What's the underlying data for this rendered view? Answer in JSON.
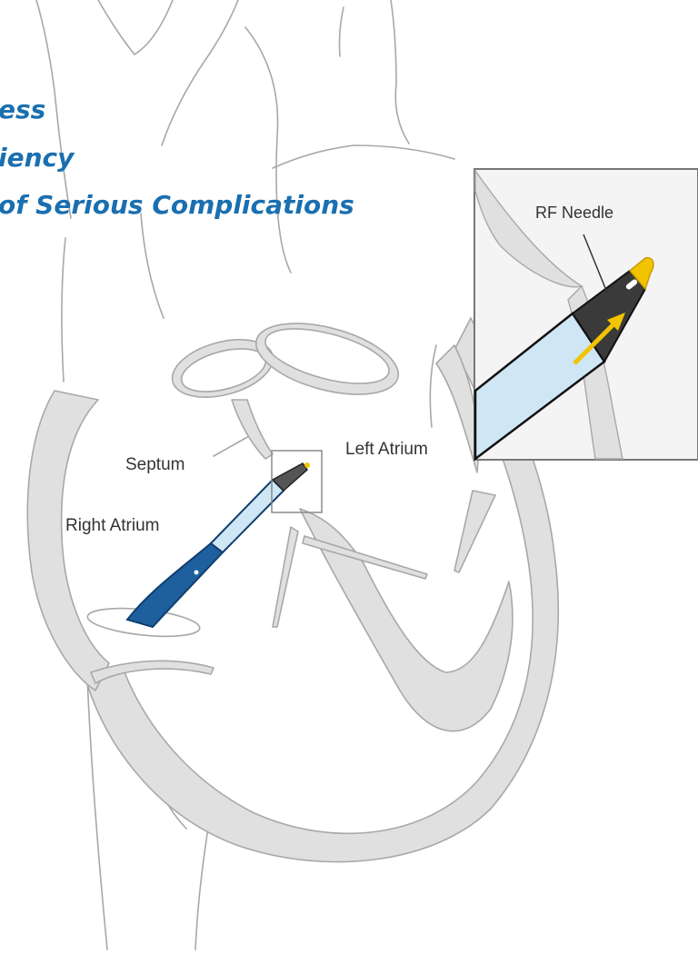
{
  "headlines": {
    "line1": "ess",
    "line2": "iency",
    "line3": "of Serious Complications"
  },
  "labels": {
    "septum": "Septum",
    "left_atrium": "Left Atrium",
    "right_atrium": "Right Atrium",
    "rf_needle": "RF Needle"
  },
  "colors": {
    "headline": "#1a6fb0",
    "heart_fill": "#e0e0e0",
    "heart_outline": "#a8a8a8",
    "catheter_dark": "#1e5f9e",
    "catheter_light": "#cfe6f5",
    "needle_tip": "#f2c400",
    "arrow": "#f2c400",
    "inset_background": "#f4f4f4"
  }
}
